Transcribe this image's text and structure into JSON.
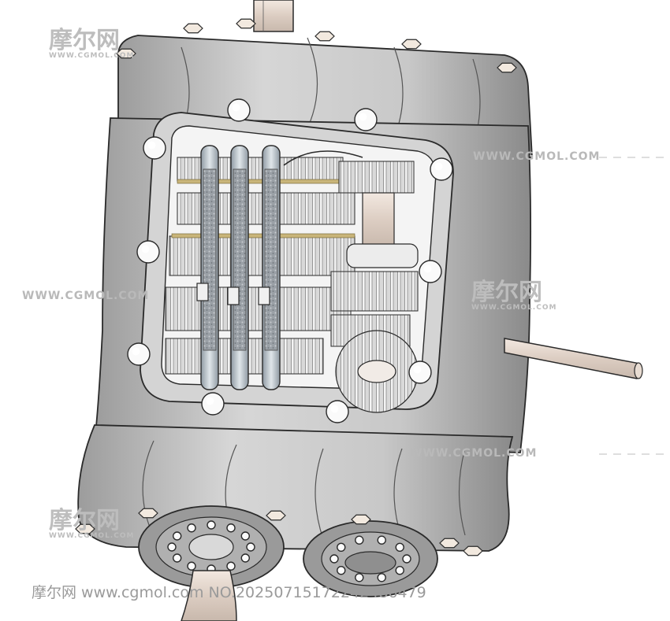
{
  "watermarks": {
    "logo_cn": "摩尔网",
    "logo_en": "WWW.CGMOL.COM",
    "site_line": "WWW.CGMOL.COM",
    "footer": "摩尔网 www.cgmol.com NO.20250715172242486479"
  },
  "colors": {
    "housing": "#cfcfcf",
    "housing_dark": "#8f8f8f",
    "housing_light": "#ebebeb",
    "outline": "#2a2a2a",
    "shaft": "#e4d6cc",
    "rod": "#b9c4cc",
    "gear": "#d8d8d8"
  }
}
